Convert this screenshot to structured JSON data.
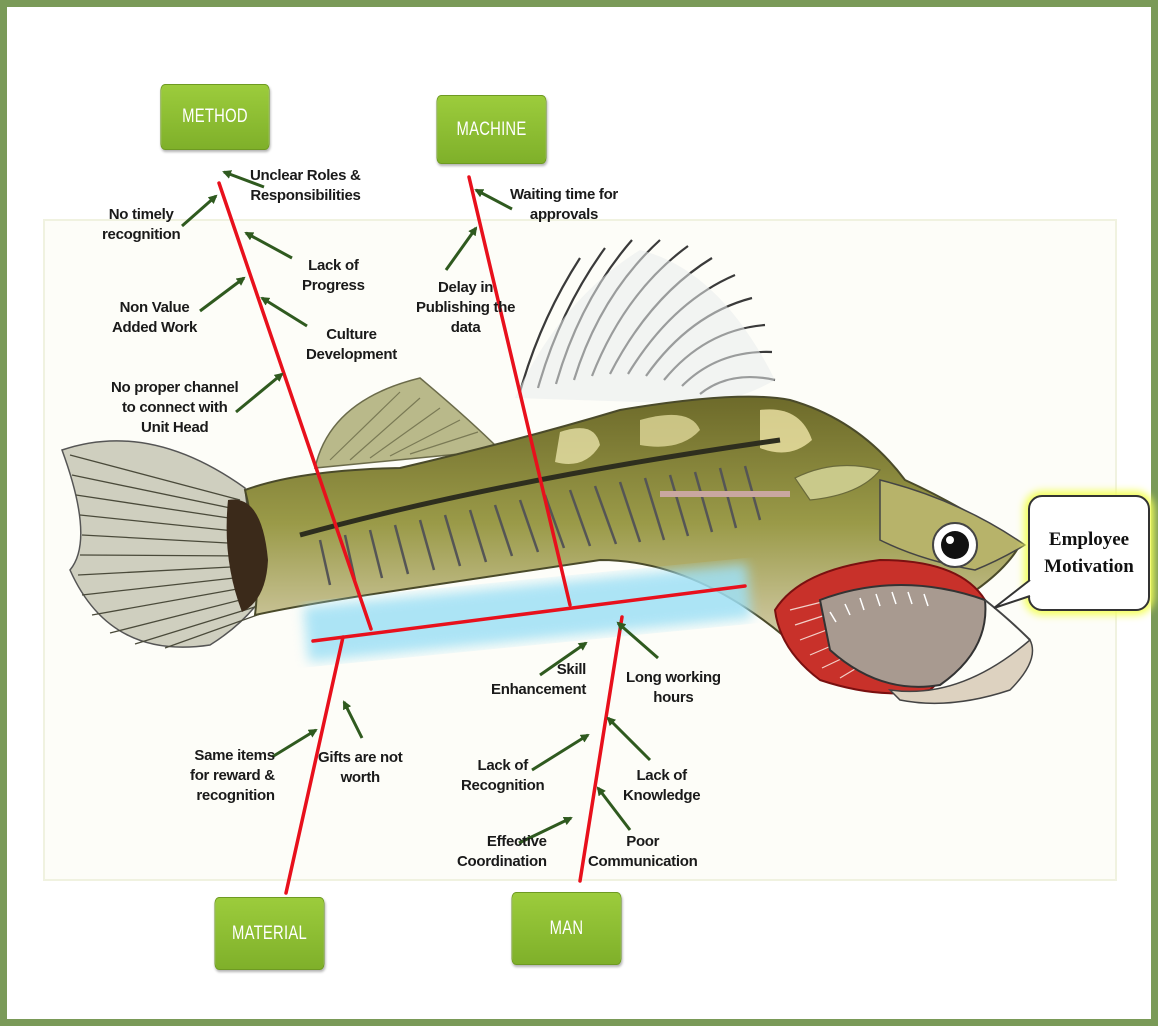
{
  "effect": "Employee\nMotivation",
  "categories": {
    "method": "METHOD",
    "machine": "MACHINE",
    "material": "MATERIAL",
    "man": "MAN"
  },
  "causes": {
    "method": {
      "unclear_roles": "Unclear Roles &\nResponsibilities",
      "no_timely_recognition": "No timely\nrecognition",
      "lack_of_progress": "Lack of\nProgress",
      "non_value_added": "Non Value\nAdded Work",
      "culture_development": "Culture\nDevelopment",
      "no_proper_channel": "No proper channel\nto connect with\nUnit Head"
    },
    "machine": {
      "waiting_time": "Waiting time for\napprovals",
      "delay_publishing": "Delay in\nPublishing the\ndata"
    },
    "material": {
      "same_items": "Same items\nfor reward &\nrecognition",
      "gifts_not_worth": "Gifts are not\nworth"
    },
    "man": {
      "skill_enhancement": "Skill\nEnhancement",
      "long_working_hours": "Long working\nhours",
      "lack_of_recognition": "Lack of\nRecognition",
      "lack_of_knowledge": "Lack of\nKnowledge",
      "effective_coordination": "Effective\nCoordination",
      "poor_communication": "Poor\nCommunication"
    }
  },
  "colors": {
    "bone": "#e8101c",
    "arrow": "#2f5a1f",
    "category_fill": "#8cbf33",
    "frame": "#7a9a58",
    "spine_glow": "#9fe0f5"
  }
}
